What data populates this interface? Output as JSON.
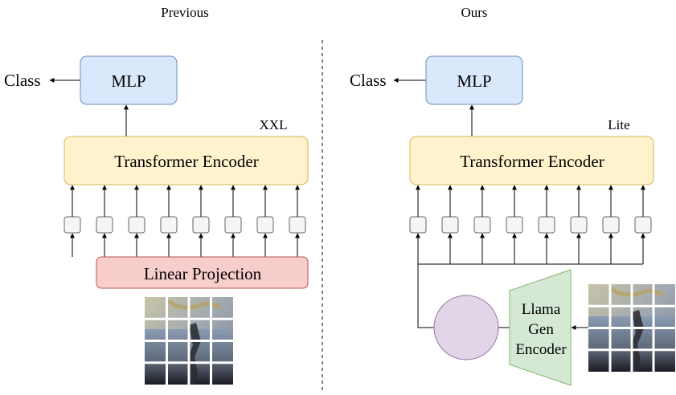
{
  "left_panel": {
    "heading": "Previous",
    "output_label": "Class",
    "head_label": "MLP",
    "encoder_label": "Transformer Encoder",
    "size_label": "XXL",
    "projection_label": "Linear Projection",
    "token_count": 8
  },
  "right_panel": {
    "heading": "Ours",
    "output_label": "Class",
    "head_label": "MLP",
    "encoder_label": "Transformer Encoder",
    "size_label": "Lite",
    "tokenizer_label_line1": "Llama",
    "tokenizer_label_line2": "Gen",
    "tokenizer_label_line3": "Encoder",
    "token_count": 8
  },
  "colors": {
    "mlp_fill": "#dae8fc",
    "mlp_stroke": "#6c8ebf",
    "encoder_fill": "#fff2cc",
    "encoder_stroke": "#d6b656",
    "projection_fill": "#f8cecc",
    "projection_stroke": "#b85450",
    "tokenizer_fill": "#d5e8d4",
    "tokenizer_stroke": "#82b366",
    "codebook_fill": "#e1d5e7",
    "codebook_stroke": "#9673a6",
    "token_fill": "#f5f5f5",
    "token_stroke": "#666666"
  },
  "image_tile": {
    "grid": "4x4",
    "description_icon": "patched-image-icon"
  }
}
